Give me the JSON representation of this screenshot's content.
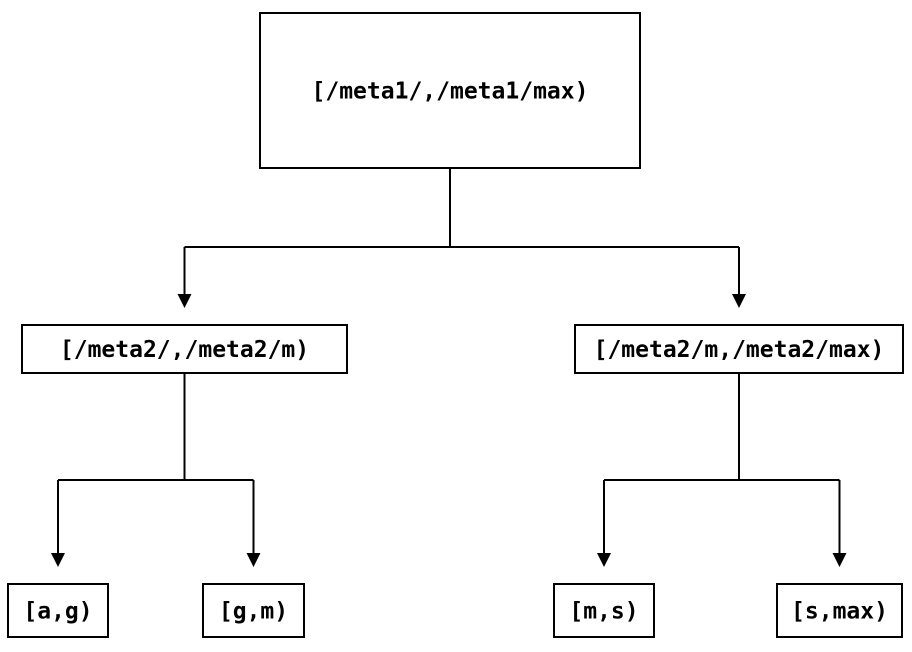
{
  "colors": {
    "background": "#ffffff",
    "node_fill": "#ffffff",
    "node_border": "#000000",
    "line": "#000000",
    "text": "#000000"
  },
  "tree": {
    "root": {
      "label": "[/meta1/,/meta1/max)"
    },
    "children": [
      {
        "label": "[/meta2/,/meta2/m)",
        "children": [
          {
            "label": "[a,g)"
          },
          {
            "label": "[g,m)"
          }
        ]
      },
      {
        "label": "[/meta2/m,/meta2/max)",
        "children": [
          {
            "label": "[m,s)"
          },
          {
            "label": "[s,max)"
          }
        ]
      }
    ]
  }
}
